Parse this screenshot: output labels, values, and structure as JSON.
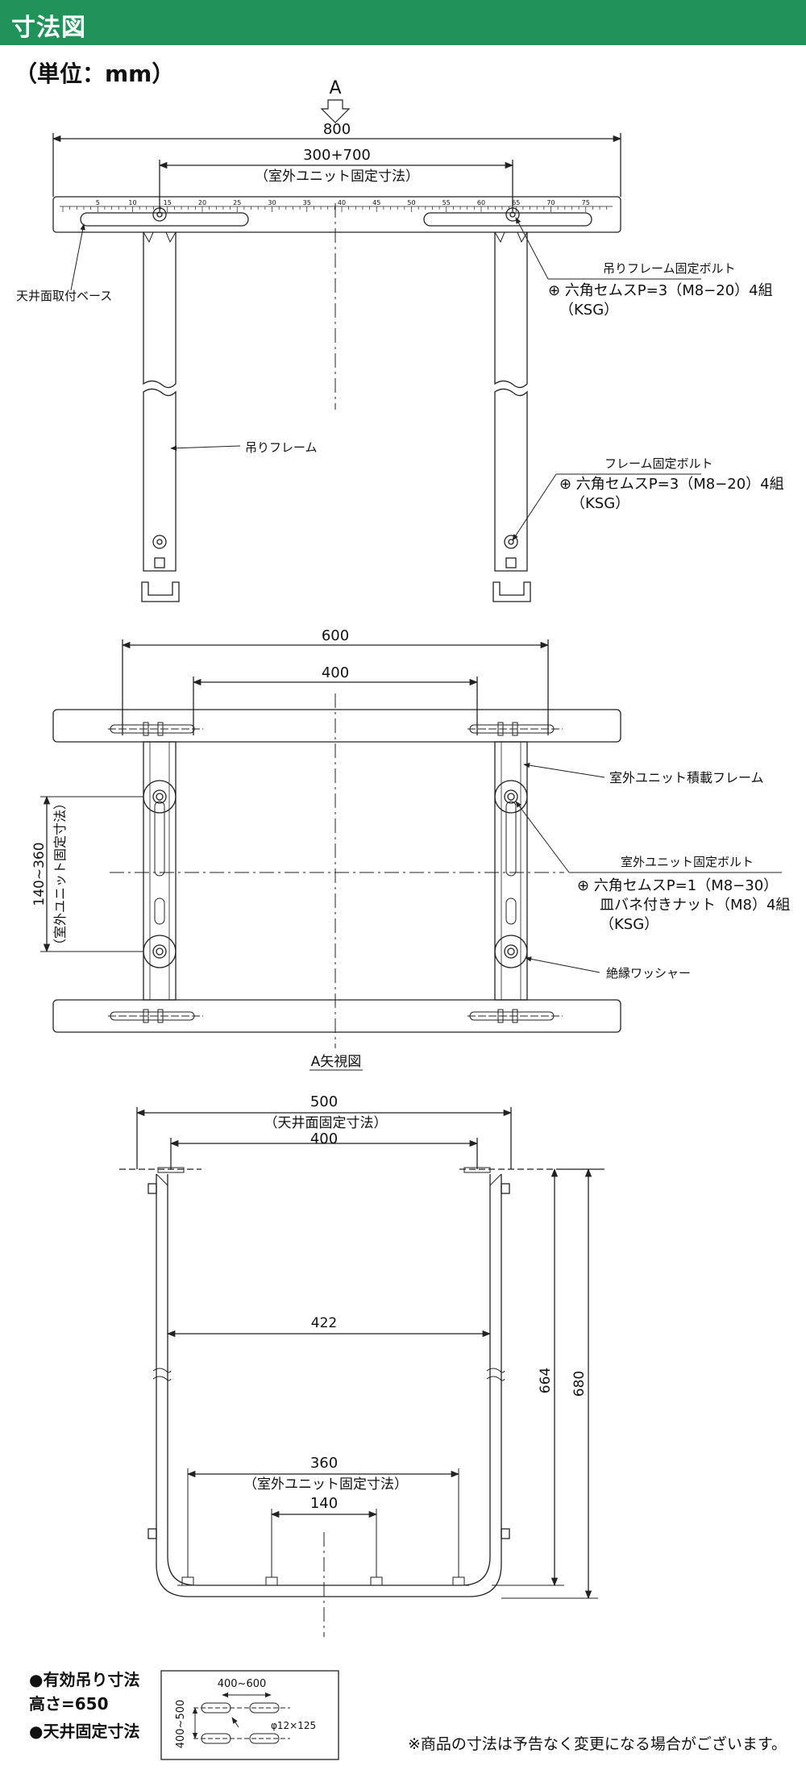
{
  "header": {
    "title": "寸法図"
  },
  "unit": "（単位：mm）",
  "top_view": {
    "arrow_label": "A",
    "dim_total": "800",
    "dim_range": "300+700",
    "dim_range_note": "（室外ユニット固定寸法）",
    "ruler_ticks": [
      "5",
      "10",
      "15",
      "20",
      "25",
      "30",
      "35",
      "40",
      "45",
      "50",
      "55",
      "60",
      "65",
      "70",
      "75"
    ],
    "callout_base": "天井面取付ベース",
    "callout_frame": "吊りフレーム",
    "bolt1_title": "吊りフレーム固定ボルト",
    "bolt1_spec": "⊕ 六角セムスP=3（M8−20）4組",
    "bolt1_maker": "（KSG）",
    "bolt2_title": "フレーム固定ボルト",
    "bolt2_spec": "⊕ 六角セムスP=3（M8−20）4組",
    "bolt2_maker": "（KSG）"
  },
  "a_view": {
    "dim_600": "600",
    "dim_400": "400",
    "dim_vertical": "140~360",
    "dim_vertical_note": "（室外ユニット固定寸法）",
    "callout_loading_frame": "室外ユニット積載フレーム",
    "bolt3_title": "室外ユニット固定ボルト",
    "bolt3_spec": "⊕ 六角セムスP=1（M8−30）",
    "bolt3_nut": "皿バネ付きナット（M8）4組",
    "bolt3_maker": "（KSG）",
    "callout_washer": "絶縁ワッシャー",
    "view_title": "A矢視図"
  },
  "side_view": {
    "dim_500": "500",
    "dim_500_note": "（天井面固定寸法）",
    "dim_400": "400",
    "dim_422": "422",
    "dim_664": "664",
    "dim_680": "680",
    "dim_360": "360",
    "dim_360_note": "（室外ユニット固定寸法）",
    "dim_140": "140"
  },
  "bottom_notes": {
    "effective_hang": "●有効吊り寸法",
    "height": "高さ=650",
    "ceiling_fix": "●天井固定寸法",
    "inset_h": "400~600",
    "inset_v": "400~500",
    "inset_hole": "φ12×125",
    "disclaimer": "※商品の寸法は予告なく変更になる場合がございます。"
  },
  "colors": {
    "header_bg": "#20925a",
    "header_text": "#ffffff",
    "line": "#222222"
  }
}
